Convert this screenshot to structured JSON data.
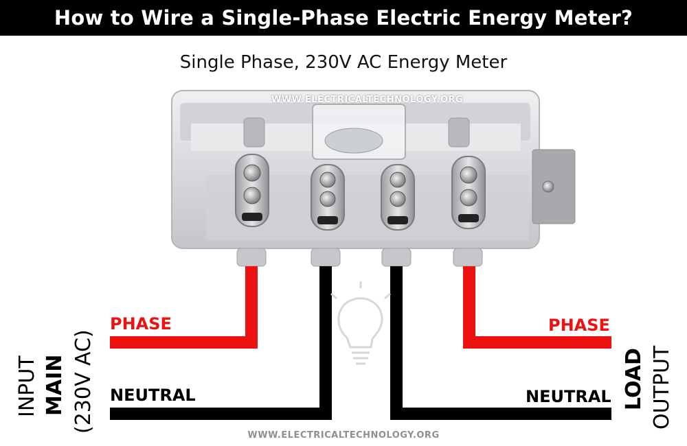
{
  "header": {
    "title": "How to Wire a Single-Phase Electric Energy Meter?"
  },
  "diagram": {
    "subtitle": "Single Phase, 230V AC Energy Meter",
    "watermark_top": "WWW.ELECTRICALTECHNOLOGY.ORG",
    "watermark_bottom": "WWW.ELECTRICALTECHNOLOGY.ORG",
    "input": {
      "phase_label": "PHASE",
      "neutral_label": "NEUTRAL",
      "side_label_1": "INPUT",
      "side_label_2": "MAIN",
      "side_label_3": "(230V AC)"
    },
    "output": {
      "phase_label": "PHASE",
      "neutral_label": "NEUTRAL",
      "side_label_1": "LOAD",
      "side_label_2": "OUTPUT"
    },
    "colors": {
      "phase": "#ee1111",
      "neutral": "#000000",
      "meter_body": "#d9dadc"
    },
    "icons": [
      "energy-meter-image",
      "light-bulb-icon"
    ]
  }
}
